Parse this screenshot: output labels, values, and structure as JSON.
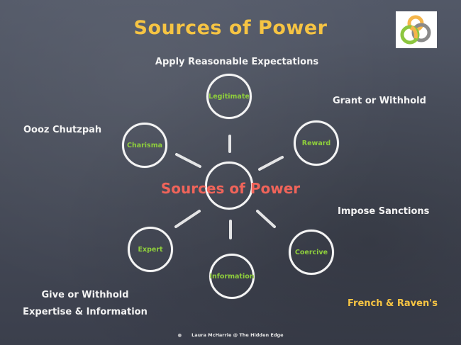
{
  "slide": {
    "title": "Sources of Power",
    "center_node": "Sources of Power",
    "nodes": [
      {
        "id": "legitimate",
        "label": "Legitimate"
      },
      {
        "id": "charisma",
        "label": "Charisma"
      },
      {
        "id": "reward",
        "label": "Reward"
      },
      {
        "id": "expert",
        "label": "Expert"
      },
      {
        "id": "coercive",
        "label": "Coercive"
      },
      {
        "id": "information",
        "label": "Information"
      }
    ],
    "annotations": {
      "legitimate": "Apply Reasonable Expectations",
      "charisma": "Oooz Chutzpah",
      "reward": "Grant or Withhold",
      "coercive": "Impose Sanctions",
      "expert_information_line1": "Give or Withhold",
      "expert_information_line2": "Expertise & Information"
    },
    "attribution": "French & Raven's",
    "footer": "Laura McHarrie @ The Hidden Edge",
    "logo_icon": "interlocking-rings-logo",
    "colors": {
      "background": "#4a4f5c",
      "title": "#f6c443",
      "center_label": "#f0645a",
      "node_label": "#8fcf3c",
      "chalk": "#f4f4f4",
      "logo_orange": "#f5b54a",
      "logo_green": "#8cc63f",
      "logo_gray": "#8a8a8a"
    }
  }
}
